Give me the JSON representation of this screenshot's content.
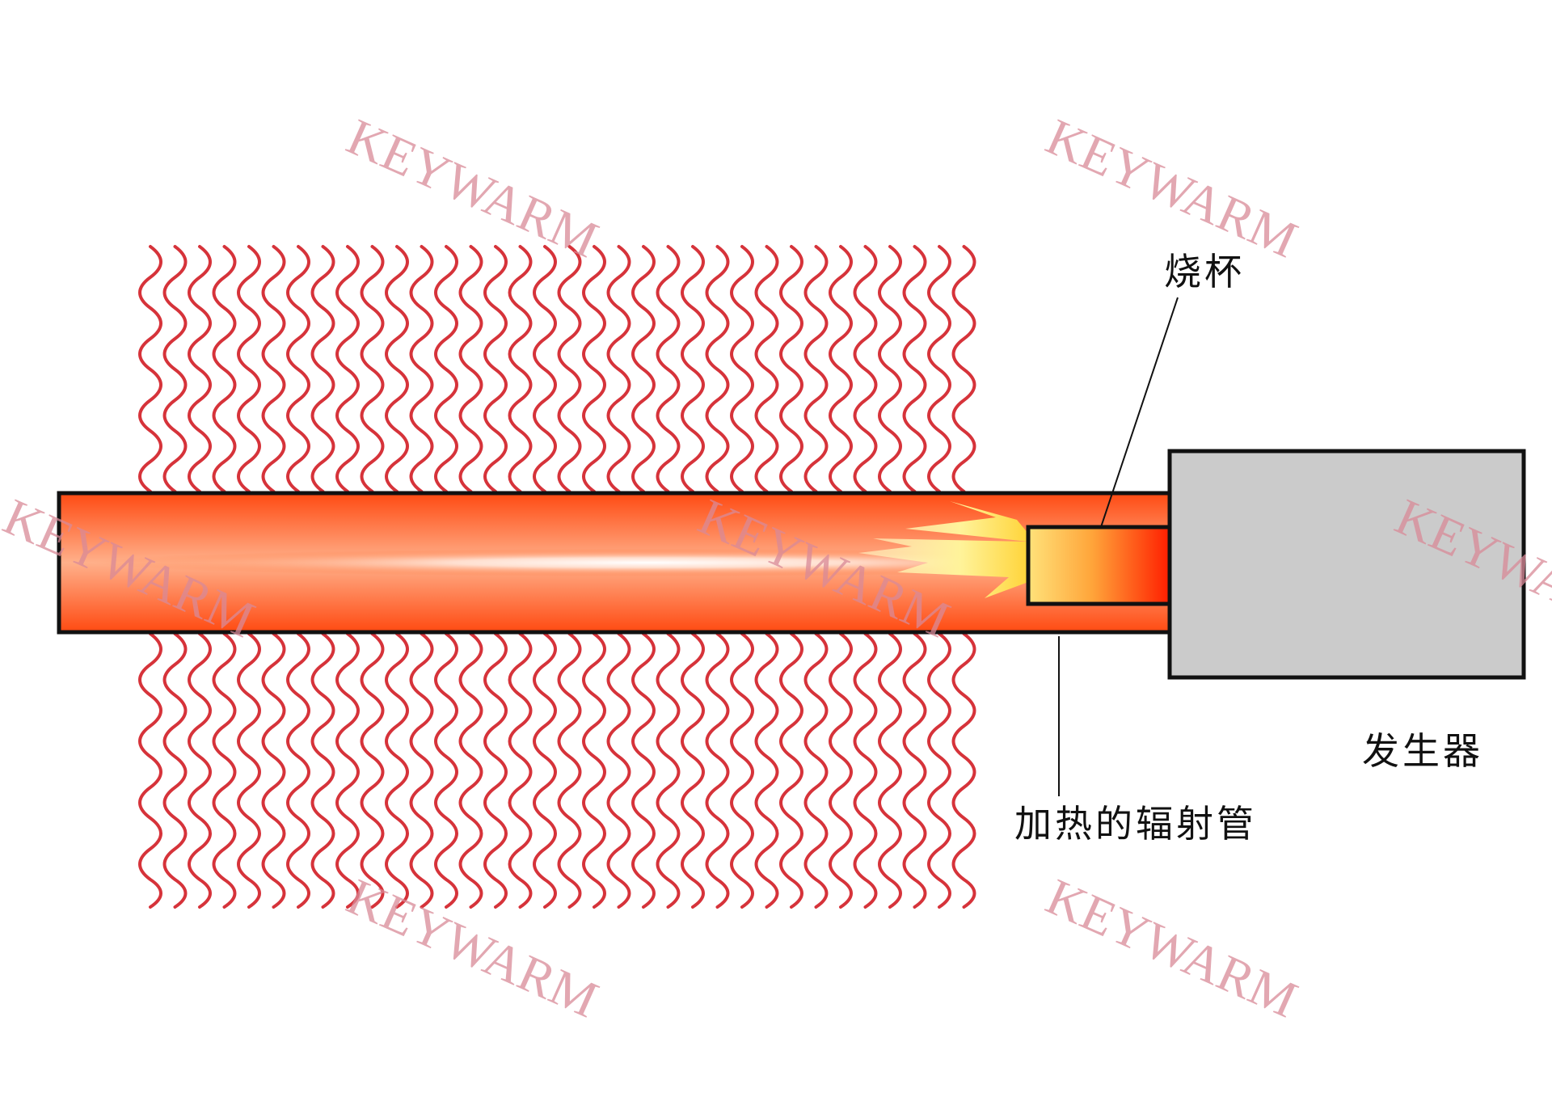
{
  "labels": {
    "burner_cup": "烧杯",
    "heated_radiant_tube": "加热的辐射管",
    "generator": "发生器"
  },
  "watermark": {
    "text": "KEYWARM",
    "color": "#d98a98"
  },
  "colors": {
    "tube_outer": "#ff4a12",
    "tube_highlight": "#ffffff",
    "heat_waves": "#d6333a",
    "generator_fill": "#cbcbcb",
    "flame_core": "#ff2a00",
    "flame_tip": "#fff39a",
    "outline": "#111111"
  },
  "icons": {
    "heat_waves": "wavy-heat-lines",
    "flame": "flame"
  }
}
